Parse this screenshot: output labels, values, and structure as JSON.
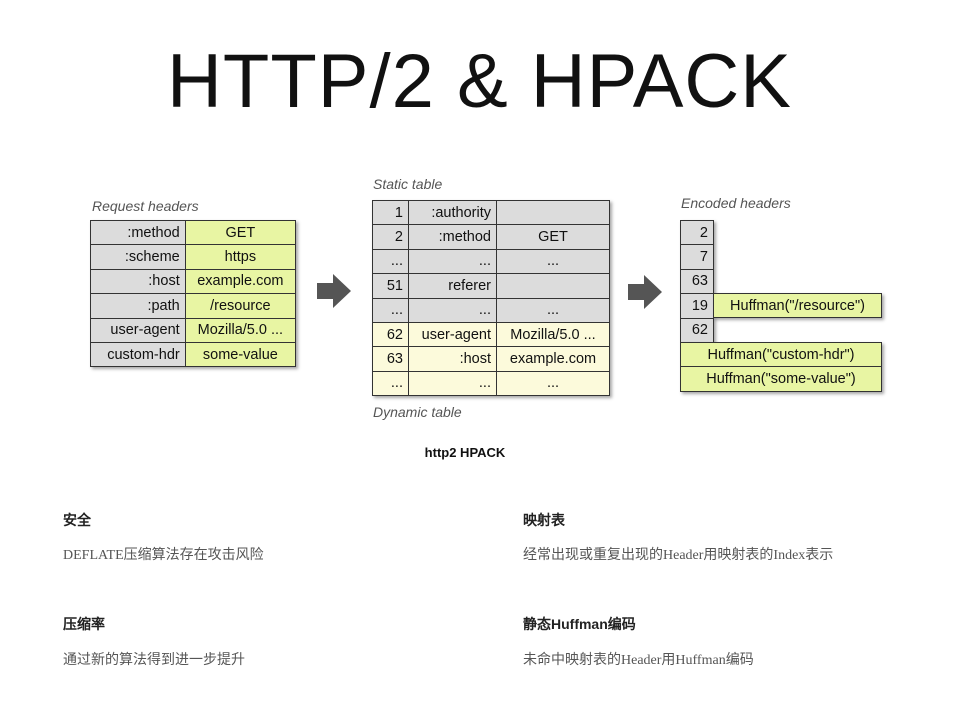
{
  "title": "HTTP/2 & HPACK",
  "request_headers": {
    "label": "Request headers",
    "rows": [
      {
        "name": ":method",
        "value": "GET"
      },
      {
        "name": ":scheme",
        "value": "https"
      },
      {
        "name": ":host",
        "value": "example.com"
      },
      {
        "name": ":path",
        "value": "/resource"
      },
      {
        "name": "user-agent",
        "value": "Mozilla/5.0 ..."
      },
      {
        "name": "custom-hdr",
        "value": "some-value"
      }
    ]
  },
  "static_table": {
    "label": "Static table",
    "rows": [
      {
        "index": "1",
        "name": ":authority",
        "value": ""
      },
      {
        "index": "2",
        "name": ":method",
        "value": "GET"
      },
      {
        "index": "...",
        "name": "...",
        "value": "..."
      },
      {
        "index": "51",
        "name": "referer",
        "value": ""
      },
      {
        "index": "...",
        "name": "...",
        "value": "..."
      }
    ]
  },
  "dynamic_table": {
    "label": "Dynamic table",
    "rows": [
      {
        "index": "62",
        "name": "user-agent",
        "value": "Mozilla/5.0 ..."
      },
      {
        "index": "63",
        "name": ":host",
        "value": "example.com"
      },
      {
        "index": "...",
        "name": "...",
        "value": "..."
      }
    ]
  },
  "encoded_headers": {
    "label": "Encoded headers",
    "indices": [
      "2",
      "7",
      "63",
      "19",
      "62"
    ],
    "huffman_path": "Huffman(\"/resource\")",
    "huffman_name": "Huffman(\"custom-hdr\")",
    "huffman_value": "Huffman(\"some-value\")"
  },
  "caption": "http2 HPACK",
  "sections": [
    {
      "heading": "安全",
      "text": "DEFLATE压缩算法存在攻击风险"
    },
    {
      "heading": "映射表",
      "text": "经常出现或重复出现的Header用映射表的Index表示"
    },
    {
      "heading": "压缩率",
      "text": "通过新的算法得到进一步提升"
    },
    {
      "heading": "静态Huffman编码",
      "text": "未命中映射表的Header用Huffman编码"
    }
  ]
}
